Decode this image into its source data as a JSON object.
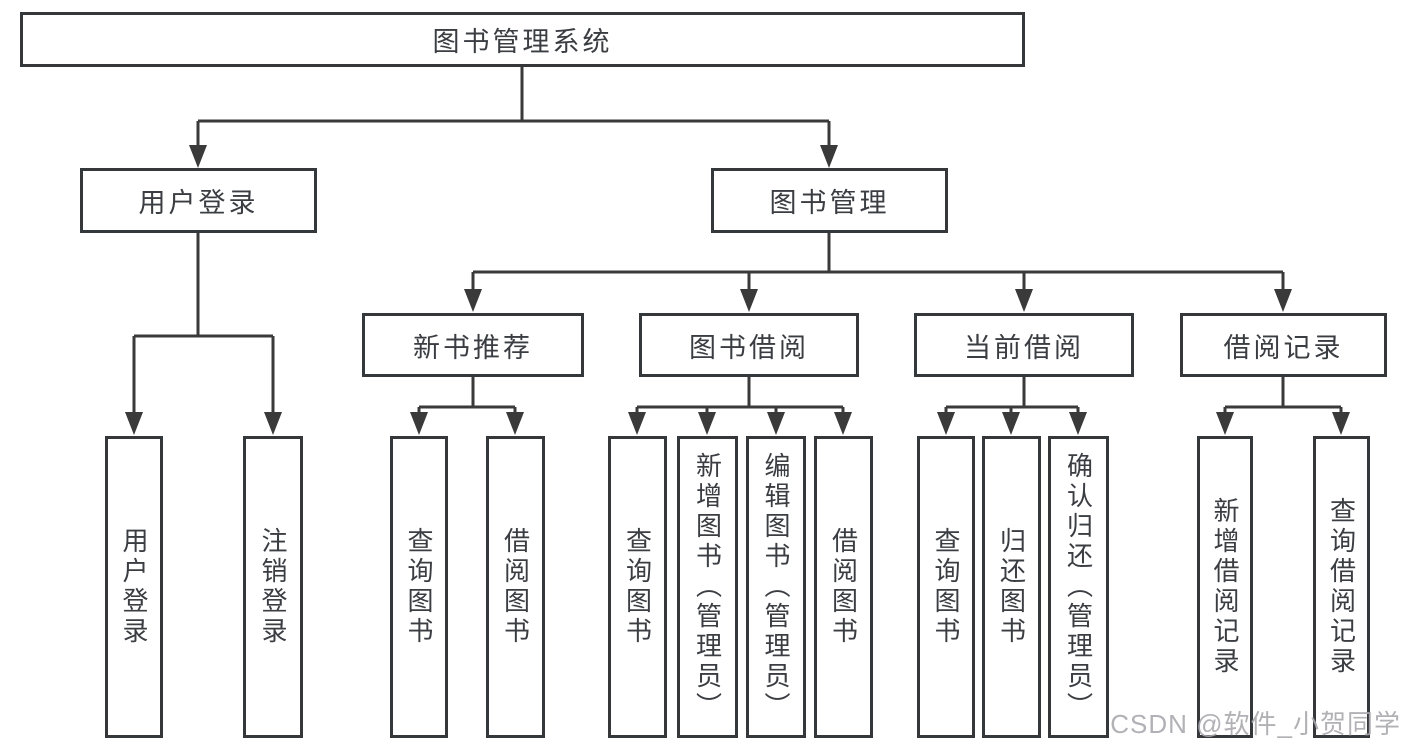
{
  "tree": {
    "root": {
      "label": "图书管理系统"
    },
    "branches": [
      {
        "label": "用户登录",
        "children": [
          {
            "label": "用户登录"
          },
          {
            "label": "注销登录"
          }
        ]
      },
      {
        "label": "图书管理",
        "children": [
          {
            "label": "新书推荐",
            "children": [
              {
                "label": "查询图书"
              },
              {
                "label": "借阅图书"
              }
            ]
          },
          {
            "label": "图书借阅",
            "children": [
              {
                "label": "查询图书"
              },
              {
                "label": "新增图书（管理员）"
              },
              {
                "label": "编辑图书（管理员）"
              },
              {
                "label": "借阅图书"
              }
            ]
          },
          {
            "label": "当前借阅",
            "children": [
              {
                "label": "查询图书"
              },
              {
                "label": "归还图书"
              },
              {
                "label": "确认归还（管理员）"
              }
            ]
          },
          {
            "label": "借阅记录",
            "children": [
              {
                "label": "新增借阅记录"
              },
              {
                "label": "查询借阅记录"
              }
            ]
          }
        ]
      }
    ]
  },
  "watermark": "CSDN @软件_小贺同学",
  "colors": {
    "line": "#3a3a3a",
    "border": "#35383b",
    "text": "#3a3d42",
    "watermark": "#a9a9af",
    "background": "#ffffff"
  }
}
